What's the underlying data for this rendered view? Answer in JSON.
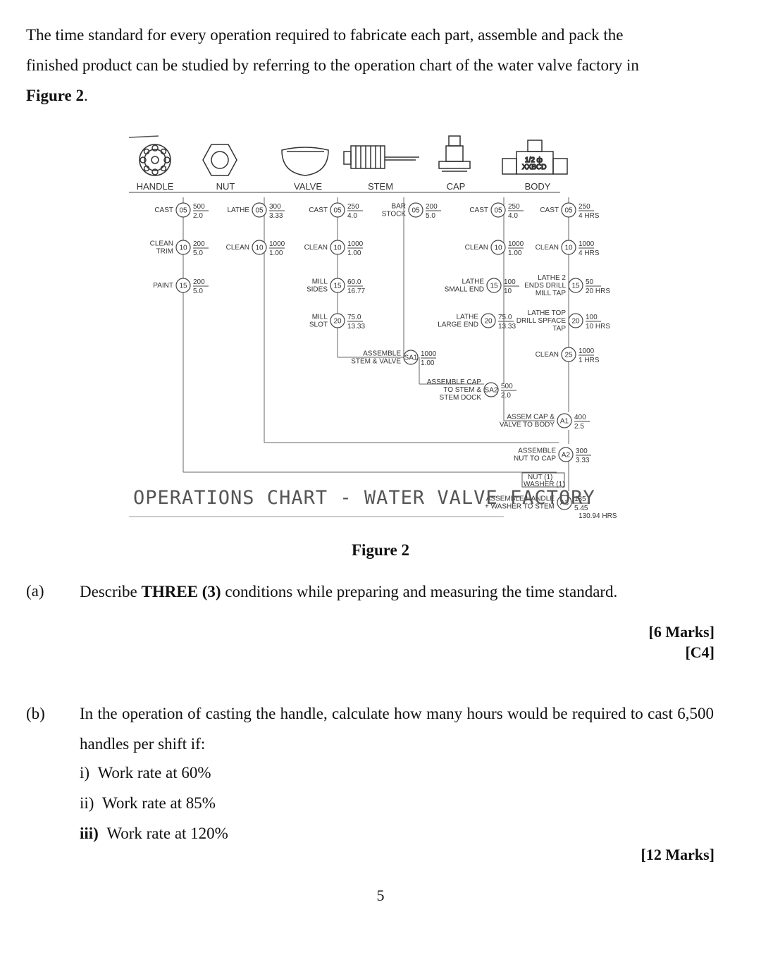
{
  "intro": {
    "line1": "The time standard for every operation required to fabricate each part, assemble and pack the",
    "line2": "finished product can be studied by referring to the operation chart of the water valve factory in",
    "line3_bold": "Figure 2",
    "line3_rest": "."
  },
  "figure": {
    "title": "OPERATIONS CHART - WATER VALVE FACTORY",
    "caption": "Figure 2",
    "parts": [
      "HANDLE",
      "NUT",
      "VALVE",
      "STEM",
      "CAP",
      "BODY"
    ],
    "icon_text": {
      "body_label_1": "1/2 ф",
      "body_label_2": "XXBCD"
    },
    "total_label": "130.94 HRS",
    "ops": [
      {
        "id": "h1",
        "label": [
          "CAST"
        ],
        "num": "05",
        "top": "500",
        "bottom": "2.0"
      },
      {
        "id": "h2",
        "label": [
          "CLEAN",
          "TRIM"
        ],
        "num": "10",
        "top": "200",
        "bottom": "5.0"
      },
      {
        "id": "h3",
        "label": [
          "PAINT"
        ],
        "num": "15",
        "top": "200",
        "bottom": "5.0"
      },
      {
        "id": "n1",
        "label": [
          "LATHE"
        ],
        "num": "05",
        "top": "300",
        "bottom": "3.33"
      },
      {
        "id": "n2",
        "label": [
          "CLEAN"
        ],
        "num": "10",
        "top": "1000",
        "bottom": "1.00"
      },
      {
        "id": "v1",
        "label": [
          "CAST"
        ],
        "num": "05",
        "top": "250",
        "bottom": "4.0"
      },
      {
        "id": "v2",
        "label": [
          "CLEAN"
        ],
        "num": "10",
        "top": "1000",
        "bottom": "1.00"
      },
      {
        "id": "v3",
        "label": [
          "MILL",
          "SIDES"
        ],
        "num": "15",
        "top": "60.0",
        "bottom": "16.77"
      },
      {
        "id": "v4",
        "label": [
          "MILL",
          "SLOT"
        ],
        "num": "20",
        "top": "75.0",
        "bottom": "13.33"
      },
      {
        "id": "s1",
        "label": [
          "BAR",
          "STOCK"
        ],
        "num": "05",
        "top": "200",
        "bottom": "5.0"
      },
      {
        "id": "sa1",
        "label": [
          "ASSEMBLE",
          "STEM & VALVE"
        ],
        "num": "SA1",
        "top": "1000",
        "bottom": "1.00"
      },
      {
        "id": "c1",
        "label": [
          "CAST"
        ],
        "num": "05",
        "top": "250",
        "bottom": "4.0"
      },
      {
        "id": "c2",
        "label": [
          "CLEAN"
        ],
        "num": "10",
        "top": "1000",
        "bottom": "1.00"
      },
      {
        "id": "c3",
        "label": [
          "LATHE",
          "SMALL END"
        ],
        "num": "15",
        "top": "100",
        "bottom": "10"
      },
      {
        "id": "c4",
        "label": [
          "LATHE",
          "LARGE END"
        ],
        "num": "20",
        "top": "75.0",
        "bottom": "13.33"
      },
      {
        "id": "sa2",
        "label": [
          "ASSEMBLE CAP",
          "TO STEM &",
          "STEM DOCK"
        ],
        "num": "SA2",
        "top": "500",
        "bottom": "2.0"
      },
      {
        "id": "b1",
        "label": [
          "CAST"
        ],
        "num": "05",
        "top": "250",
        "bottom": "4 HRS"
      },
      {
        "id": "b2",
        "label": [
          "CLEAN"
        ],
        "num": "10",
        "top": "1000",
        "bottom": "4 HRS"
      },
      {
        "id": "b3",
        "label": [
          "LATHE 2",
          "ENDS DRILL",
          "MILL TAP"
        ],
        "num": "15",
        "top": "50",
        "bottom": "20 HRS"
      },
      {
        "id": "b4",
        "label": [
          "LATHE TOP",
          "DRILL SPFACE",
          "TAP"
        ],
        "num": "20",
        "top": "100",
        "bottom": "10 HRS"
      },
      {
        "id": "b5",
        "label": [
          "CLEAN"
        ],
        "num": "25",
        "top": "1000",
        "bottom": "1 HRS"
      },
      {
        "id": "a1",
        "label": [
          "ASSEM CAP &",
          "VALVE TO BODY"
        ],
        "num": "A1",
        "top": "400",
        "bottom": "2.5"
      },
      {
        "id": "a2",
        "label": [
          "ASSEMBLE",
          "NUT TO CAP"
        ],
        "num": "A2",
        "top": "300",
        "bottom": "3.33"
      },
      {
        "id": "a3",
        "label": [
          "ASSEMBLE HANDLE",
          "+ WASHER TO STEM"
        ],
        "num": "A3",
        "top": "185",
        "bottom": "5.45"
      }
    ],
    "nut_washer": [
      "NUT (1)",
      "WASHER (1)"
    ]
  },
  "question_a": {
    "label": "(a)",
    "text_pre": "Describe ",
    "text_bold": "THREE (3)",
    "text_post": " conditions while preparing and measuring the time standard.",
    "marks": "[6 Marks]",
    "clo": "[C4]"
  },
  "question_b": {
    "label": "(b)",
    "text": "In the operation of casting the handle, calculate how many hours would be required to cast 6,500 handles per shift if:",
    "items": [
      {
        "num": "i)",
        "text": "Work rate at 60%"
      },
      {
        "num": "ii)",
        "text": "Work rate at 85%"
      },
      {
        "num": "iii)",
        "text": "Work rate at 120%"
      }
    ],
    "marks": "[12 Marks]"
  },
  "page_number": "5"
}
